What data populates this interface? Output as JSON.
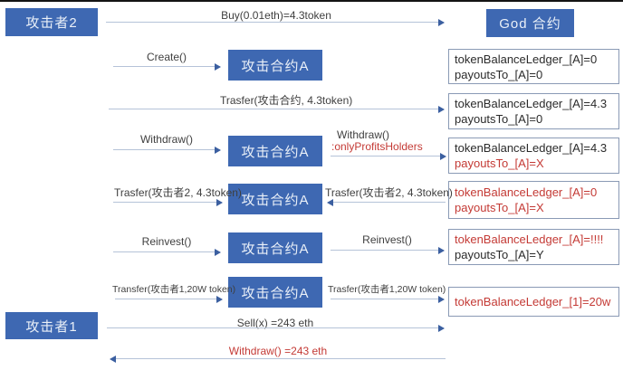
{
  "colors": {
    "actor_blue": "#3E68B2",
    "red_text": "#C43A35",
    "arrow_line": "#B5C3D8",
    "arrow_head": "#3B5FA0",
    "label_text": "#3F3F3F",
    "ledger_border": "#8A9AB5"
  },
  "actors": {
    "attacker2": "攻击者2",
    "attacker1": "攻击者1",
    "god_contract": "God 合约",
    "attack_contract": "攻击合约A"
  },
  "messages": {
    "buy": "Buy(0.01eth)=4.3token",
    "create": "Create()",
    "transfer_to_contract": "Trasfer(攻击合约, 4.3token)",
    "withdraw_left": "Withdraw()",
    "withdraw_right": "Withdraw()",
    "only_profits_holders": ":onlyProfitsHolders",
    "transfer_attacker2_left": "Trasfer(攻击者2, 4.3token)",
    "transfer_attacker2_right": "Trasfer(攻击者2, 4.3token)",
    "reinvest_left": "Reinvest()",
    "reinvest_right": "Reinvest()",
    "transfer_attacker1_left": "Transfer(攻击者1,20W token)",
    "transfer_attacker1_right": "Trasfer(攻击者1,20W token)",
    "sell": "Sell(x) =243 eth",
    "withdraw_return": "Withdraw() =243 eth"
  },
  "ledgers": [
    {
      "lines": [
        {
          "text": "tokenBalanceLedger_[A]=0",
          "color": "black"
        },
        {
          "text": "payoutsTo_[A]=0",
          "color": "black"
        }
      ]
    },
    {
      "lines": [
        {
          "text": "tokenBalanceLedger_[A]=4.3",
          "color": "black"
        },
        {
          "text": "payoutsTo_[A]=0",
          "color": "black"
        }
      ]
    },
    {
      "lines": [
        {
          "text": "tokenBalanceLedger_[A]=4.3",
          "color": "black"
        },
        {
          "text": "payoutsTo_[A]=X",
          "color": "red"
        }
      ]
    },
    {
      "lines": [
        {
          "text": "tokenBalanceLedger_[A]=0",
          "color": "red"
        },
        {
          "text": "payoutsTo_[A]=X",
          "color": "red"
        }
      ]
    },
    {
      "lines": [
        {
          "text": "tokenBalanceLedger_[A]=!!!!",
          "color": "red"
        },
        {
          "text": "payoutsTo_[A]=Y",
          "color": "black"
        }
      ]
    },
    {
      "lines": [
        {
          "text": "tokenBalanceLedger_[1]=20w",
          "color": "red"
        }
      ]
    }
  ]
}
